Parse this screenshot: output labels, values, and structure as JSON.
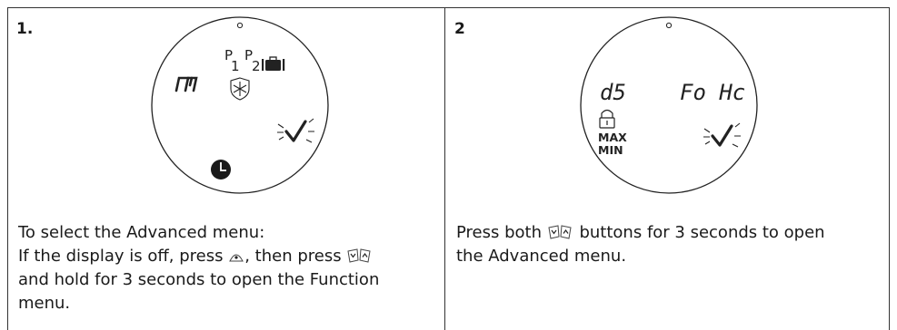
{
  "step1": {
    "number": "1.",
    "display": {
      "segment_text": "rn",
      "p1": "P",
      "p1_sub": "1",
      "p2": "P",
      "p2_sub": "2",
      "icons": [
        "suitcase-icon",
        "snowflake-shield-icon",
        "clock-icon",
        "check-icon"
      ]
    },
    "caption": {
      "line1": "To select the Advanced menu:",
      "line2_a": "If the display is off, press",
      "line2_b": ", then press",
      "line3": "and hold for 3 seconds to open the Function",
      "line4": "menu."
    }
  },
  "step2": {
    "number": "2",
    "display": {
      "left_text": "d5",
      "right_text": "Fo Hc",
      "max_label": "MAX",
      "min_label": "MIN",
      "icons": [
        "lock-icon",
        "check-icon"
      ]
    },
    "caption": {
      "line1_a": "Press both",
      "line1_b": "buttons for 3 seconds to open",
      "line2": "the Advanced menu."
    }
  }
}
